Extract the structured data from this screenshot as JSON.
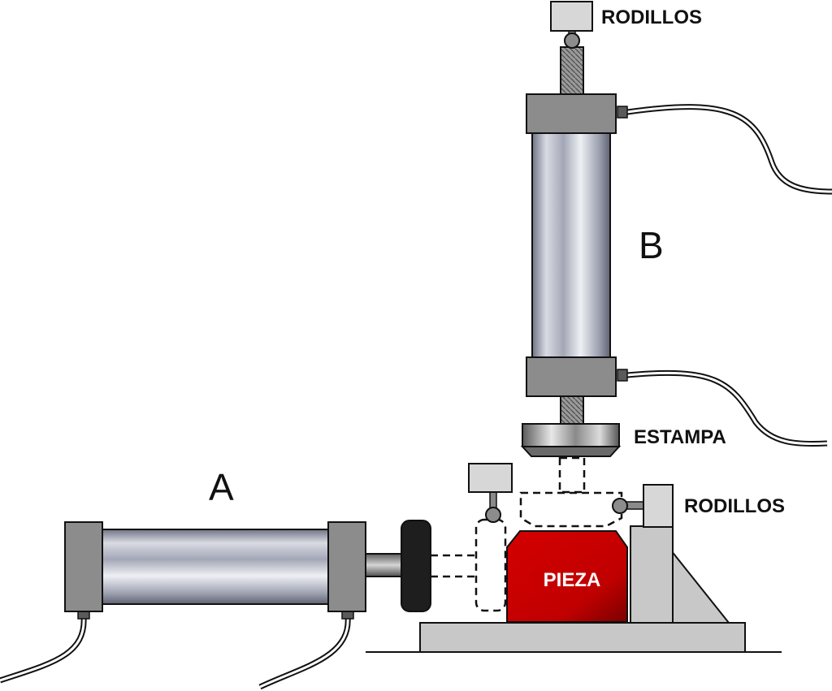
{
  "labels": {
    "rodillos_top": "RODILLOS",
    "rodillos_right": "RODILLOS",
    "estampa": "ESTAMPA",
    "cylinder_a": "A",
    "cylinder_b": "B",
    "pieza": "PIEZA"
  },
  "colors": {
    "cylinder_body": "#b4b8c6",
    "end_cap": "#8c8c8c",
    "pieza": "#c00000",
    "base": "#c8c8c8",
    "outline": "#111111"
  }
}
